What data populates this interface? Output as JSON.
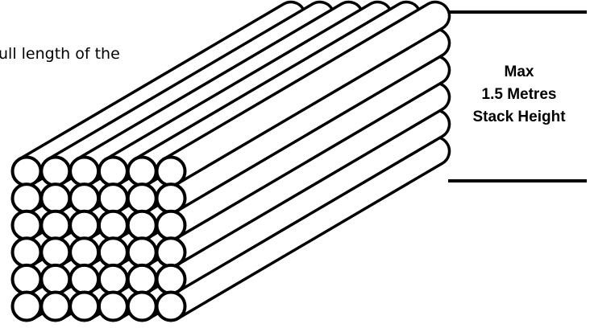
{
  "caption_text": "ull length of the",
  "height_label": {
    "line1": "Max",
    "line2": "1.5 Metres",
    "line3": "Stack Height"
  },
  "stack": {
    "rows": 6,
    "columns": 6
  },
  "colors": {
    "stroke": "#000000",
    "fill": "#ffffff"
  }
}
